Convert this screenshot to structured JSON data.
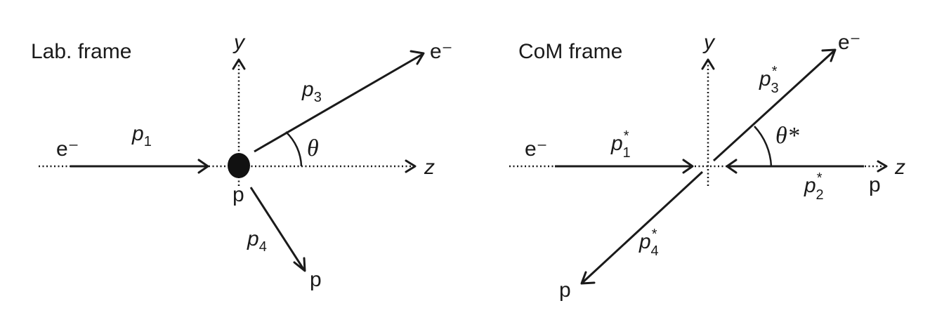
{
  "lab": {
    "title": "Lab. frame",
    "axis_y": "y",
    "axis_z": "z",
    "incoming_particle": "e⁻",
    "p1": {
      "base": "p",
      "sub": "1"
    },
    "target": "p",
    "scattered_electron": "e⁻",
    "p3": {
      "base": "p",
      "sub": "3"
    },
    "recoil_proton": "p",
    "p4": {
      "base": "p",
      "sub": "4"
    },
    "angle": "θ"
  },
  "com": {
    "title": "CoM frame",
    "axis_y": "y",
    "axis_z": "z",
    "incoming_electron": "e⁻",
    "p1": {
      "base": "p",
      "sup": "*",
      "sub": "1"
    },
    "incoming_proton": "p",
    "p2": {
      "base": "p",
      "sup": "*",
      "sub": "2"
    },
    "outgoing_electron": "e⁻",
    "p3": {
      "base": "p",
      "sup": "*",
      "sub": "3"
    },
    "outgoing_proton": "p",
    "p4": {
      "base": "p",
      "sup": "*",
      "sub": "4"
    },
    "angle": "θ*"
  }
}
